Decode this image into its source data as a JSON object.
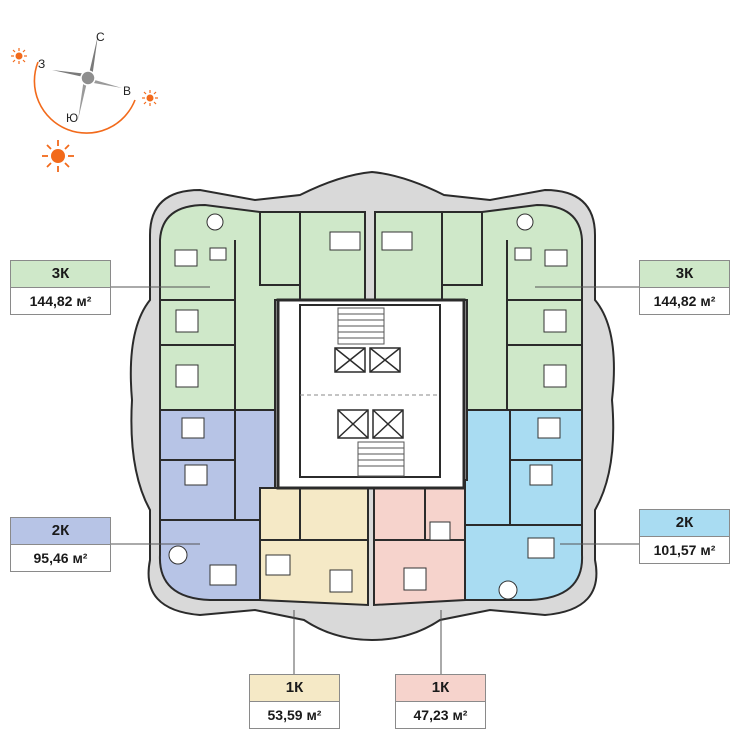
{
  "compass": {
    "north": "С",
    "west": "З",
    "east": "В",
    "south": "Ю"
  },
  "colors": {
    "green": "#cfe8c9",
    "blue": "#b7c4e6",
    "cyan": "#a9dcf2",
    "beige": "#f5e9c6",
    "pink": "#f6d3cc",
    "sun": "#f26a1b",
    "wall": "#2b2b2b"
  },
  "units": [
    {
      "id": "unit-3k-left",
      "type": "3К",
      "area": "144,82 м²"
    },
    {
      "id": "unit-3k-right",
      "type": "3К",
      "area": "144,82 м²"
    },
    {
      "id": "unit-2k-left",
      "type": "2К",
      "area": "95,46 м²"
    },
    {
      "id": "unit-2k-right",
      "type": "2К",
      "area": "101,57 м²"
    },
    {
      "id": "unit-1k-left",
      "type": "1К",
      "area": "53,59 м²"
    },
    {
      "id": "unit-1k-right",
      "type": "1К",
      "area": "47,23 м²"
    }
  ]
}
